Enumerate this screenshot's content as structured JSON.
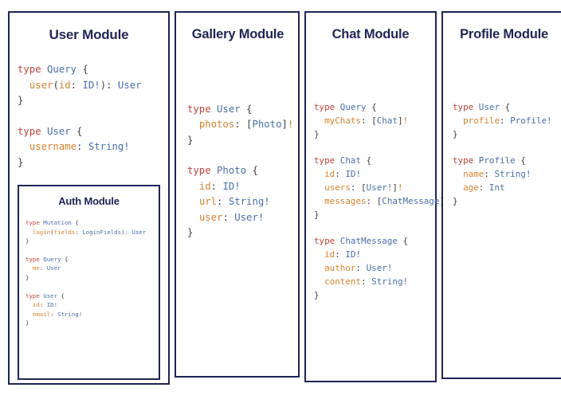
{
  "modules": [
    {
      "id": "user",
      "title": "User Module",
      "blocks": [
        [
          [
            {
              "t": "type ",
              "c": "kw"
            },
            {
              "t": "Query",
              "c": "tn"
            },
            {
              "t": " {",
              "c": "pn"
            }
          ],
          [
            {
              "t": "  ",
              "c": "pn"
            },
            {
              "t": "user",
              "c": "fld"
            },
            {
              "t": "(",
              "c": "pn"
            },
            {
              "t": "id",
              "c": "fld"
            },
            {
              "t": ": ",
              "c": "pn"
            },
            {
              "t": "ID!",
              "c": "tn"
            },
            {
              "t": "): ",
              "c": "pn"
            },
            {
              "t": "User",
              "c": "tn"
            }
          ],
          [
            {
              "t": "}",
              "c": "pn"
            }
          ]
        ],
        [
          [
            {
              "t": "type ",
              "c": "kw"
            },
            {
              "t": "User",
              "c": "tn"
            },
            {
              "t": " {",
              "c": "pn"
            }
          ],
          [
            {
              "t": "  ",
              "c": "pn"
            },
            {
              "t": "username",
              "c": "fld"
            },
            {
              "t": ": ",
              "c": "pn"
            },
            {
              "t": "String!",
              "c": "tn"
            }
          ],
          [
            {
              "t": "}",
              "c": "pn"
            }
          ]
        ]
      ],
      "nested": {
        "id": "auth",
        "title": "Auth Module",
        "blocks": [
          [
            [
              {
                "t": "type ",
                "c": "kw"
              },
              {
                "t": "Mutation",
                "c": "tn"
              },
              {
                "t": " {",
                "c": "pn"
              }
            ],
            [
              {
                "t": "  ",
                "c": "pn"
              },
              {
                "t": "login",
                "c": "fld"
              },
              {
                "t": "(",
                "c": "pn"
              },
              {
                "t": "fields",
                "c": "fld"
              },
              {
                "t": ": ",
                "c": "pn"
              },
              {
                "t": "LoginFields",
                "c": "tn"
              },
              {
                "t": "): ",
                "c": "pn"
              },
              {
                "t": "User",
                "c": "tn"
              }
            ],
            [
              {
                "t": "}",
                "c": "pn"
              }
            ]
          ],
          [
            [
              {
                "t": "type ",
                "c": "kw"
              },
              {
                "t": "Query",
                "c": "tn"
              },
              {
                "t": " {",
                "c": "pn"
              }
            ],
            [
              {
                "t": "  ",
                "c": "pn"
              },
              {
                "t": "me",
                "c": "fld"
              },
              {
                "t": ": ",
                "c": "pn"
              },
              {
                "t": "User",
                "c": "tn"
              }
            ],
            [
              {
                "t": "}",
                "c": "pn"
              }
            ]
          ],
          [
            [
              {
                "t": "type ",
                "c": "kw"
              },
              {
                "t": "User",
                "c": "tn"
              },
              {
                "t": " {",
                "c": "pn"
              }
            ],
            [
              {
                "t": "  ",
                "c": "pn"
              },
              {
                "t": "id",
                "c": "fld"
              },
              {
                "t": ": ",
                "c": "pn"
              },
              {
                "t": "ID!",
                "c": "tn"
              }
            ],
            [
              {
                "t": "  ",
                "c": "pn"
              },
              {
                "t": "email",
                "c": "fld"
              },
              {
                "t": ": ",
                "c": "pn"
              },
              {
                "t": "String!",
                "c": "tn"
              }
            ],
            [
              {
                "t": "}",
                "c": "pn"
              }
            ]
          ]
        ]
      }
    },
    {
      "id": "gallery",
      "title": "Gallery Module",
      "blocks": [
        [
          [
            {
              "t": "type ",
              "c": "kw"
            },
            {
              "t": "User",
              "c": "tn"
            },
            {
              "t": " {",
              "c": "pn"
            }
          ],
          [
            {
              "t": "  ",
              "c": "pn"
            },
            {
              "t": "photos",
              "c": "fld"
            },
            {
              "t": ": ",
              "c": "pn"
            },
            {
              "t": "[",
              "c": "pn"
            },
            {
              "t": "Photo",
              "c": "tn"
            },
            {
              "t": "]",
              "c": "pn"
            },
            {
              "t": "!",
              "c": "bang"
            }
          ],
          [
            {
              "t": "}",
              "c": "pn"
            }
          ]
        ],
        [
          [
            {
              "t": "type ",
              "c": "kw"
            },
            {
              "t": "Photo",
              "c": "tn"
            },
            {
              "t": " {",
              "c": "pn"
            }
          ],
          [
            {
              "t": "  ",
              "c": "pn"
            },
            {
              "t": "id",
              "c": "fld"
            },
            {
              "t": ": ",
              "c": "pn"
            },
            {
              "t": "ID!",
              "c": "tn"
            }
          ],
          [
            {
              "t": "  ",
              "c": "pn"
            },
            {
              "t": "url",
              "c": "fld"
            },
            {
              "t": ": ",
              "c": "pn"
            },
            {
              "t": "String!",
              "c": "tn"
            }
          ],
          [
            {
              "t": "  ",
              "c": "pn"
            },
            {
              "t": "user",
              "c": "fld"
            },
            {
              "t": ": ",
              "c": "pn"
            },
            {
              "t": "User!",
              "c": "tn"
            }
          ],
          [
            {
              "t": "}",
              "c": "pn"
            }
          ]
        ]
      ],
      "nested": null
    },
    {
      "id": "chat",
      "title": "Chat Module",
      "blocks": [
        [
          [
            {
              "t": "type ",
              "c": "kw"
            },
            {
              "t": "Query",
              "c": "tn"
            },
            {
              "t": " {",
              "c": "pn"
            }
          ],
          [
            {
              "t": "  ",
              "c": "pn"
            },
            {
              "t": "myChats",
              "c": "fld"
            },
            {
              "t": ": ",
              "c": "pn"
            },
            {
              "t": "[",
              "c": "pn"
            },
            {
              "t": "Chat",
              "c": "tn"
            },
            {
              "t": "]",
              "c": "pn"
            },
            {
              "t": "!",
              "c": "bang"
            }
          ],
          [
            {
              "t": "}",
              "c": "pn"
            }
          ]
        ],
        [
          [
            {
              "t": "type ",
              "c": "kw"
            },
            {
              "t": "Chat",
              "c": "tn"
            },
            {
              "t": " {",
              "c": "pn"
            }
          ],
          [
            {
              "t": "  ",
              "c": "pn"
            },
            {
              "t": "id",
              "c": "fld"
            },
            {
              "t": ": ",
              "c": "pn"
            },
            {
              "t": "ID!",
              "c": "tn"
            }
          ],
          [
            {
              "t": "  ",
              "c": "pn"
            },
            {
              "t": "users",
              "c": "fld"
            },
            {
              "t": ": ",
              "c": "pn"
            },
            {
              "t": "[",
              "c": "pn"
            },
            {
              "t": "User!",
              "c": "tn"
            },
            {
              "t": "]",
              "c": "pn"
            },
            {
              "t": "!",
              "c": "bang"
            }
          ],
          [
            {
              "t": "  ",
              "c": "pn"
            },
            {
              "t": "messages",
              "c": "fld"
            },
            {
              "t": ": ",
              "c": "pn"
            },
            {
              "t": "[",
              "c": "pn"
            },
            {
              "t": "ChatMessage",
              "c": "tn"
            },
            {
              "t": "]",
              "c": "pn"
            },
            {
              "t": "!",
              "c": "bang"
            }
          ],
          [
            {
              "t": "}",
              "c": "pn"
            }
          ]
        ],
        [
          [
            {
              "t": "type ",
              "c": "kw"
            },
            {
              "t": "ChatMessage",
              "c": "tn"
            },
            {
              "t": " {",
              "c": "pn"
            }
          ],
          [
            {
              "t": "  ",
              "c": "pn"
            },
            {
              "t": "id",
              "c": "fld"
            },
            {
              "t": ": ",
              "c": "pn"
            },
            {
              "t": "ID!",
              "c": "tn"
            }
          ],
          [
            {
              "t": "  ",
              "c": "pn"
            },
            {
              "t": "author",
              "c": "fld"
            },
            {
              "t": ": ",
              "c": "pn"
            },
            {
              "t": "User!",
              "c": "tn"
            }
          ],
          [
            {
              "t": "  ",
              "c": "pn"
            },
            {
              "t": "content",
              "c": "fld"
            },
            {
              "t": ": ",
              "c": "pn"
            },
            {
              "t": "String!",
              "c": "tn"
            }
          ],
          [
            {
              "t": "}",
              "c": "pn"
            }
          ]
        ]
      ],
      "nested": null
    },
    {
      "id": "profile",
      "title": "Profile Module",
      "blocks": [
        [
          [
            {
              "t": "type ",
              "c": "kw"
            },
            {
              "t": "User",
              "c": "tn"
            },
            {
              "t": " {",
              "c": "pn"
            }
          ],
          [
            {
              "t": "  ",
              "c": "pn"
            },
            {
              "t": "profile",
              "c": "fld"
            },
            {
              "t": ": ",
              "c": "pn"
            },
            {
              "t": "Profile!",
              "c": "tn"
            }
          ],
          [
            {
              "t": "}",
              "c": "pn"
            }
          ]
        ],
        [
          [
            {
              "t": "type ",
              "c": "kw"
            },
            {
              "t": "Profile",
              "c": "tn"
            },
            {
              "t": " {",
              "c": "pn"
            }
          ],
          [
            {
              "t": "  ",
              "c": "pn"
            },
            {
              "t": "name",
              "c": "fld"
            },
            {
              "t": ": ",
              "c": "pn"
            },
            {
              "t": "String!",
              "c": "tn"
            }
          ],
          [
            {
              "t": "  ",
              "c": "pn"
            },
            {
              "t": "age",
              "c": "fld"
            },
            {
              "t": ": ",
              "c": "pn"
            },
            {
              "t": "Int",
              "c": "tn"
            }
          ],
          [
            {
              "t": "}",
              "c": "pn"
            }
          ]
        ]
      ],
      "nested": null
    }
  ],
  "colors": {
    "border": "#1f2456",
    "title": "#1f2456",
    "background": "#ffffff",
    "keyword": "#c0443c",
    "type_name": "#4a6ea8",
    "field_name": "#d4832f",
    "punctuation": "#3f3f3f"
  }
}
